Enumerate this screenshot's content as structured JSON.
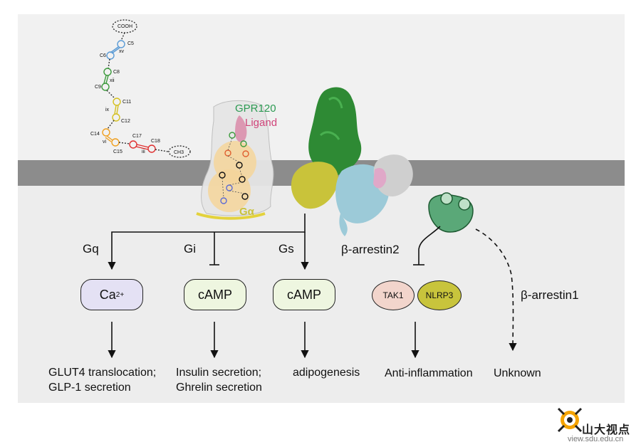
{
  "colors": {
    "background_top": "#f2f2f2",
    "background_bottom": "#eeeeee",
    "membrane": "#8c8c8c",
    "ca_fill": "#e4e1f4",
    "camp_fill": "#eef6e0",
    "tak1_fill": "#f2d5cc",
    "nlrp3_fill": "#c8c43c",
    "arrestin_fill": "#5aa878",
    "gpr120_text": "#2c9a52",
    "ligand_text": "#d0447a",
    "galpha_text": "#c9c23a"
  },
  "structure": {
    "chain_labels": [
      "COOH",
      "C5",
      "xv",
      "C6",
      "C8",
      "xii",
      "C9",
      "C11",
      "ix",
      "C12",
      "C14",
      "vi",
      "C15",
      "C17",
      "iii",
      "C18",
      "CH3"
    ],
    "gpr120_label": "GPR120",
    "ligand_label": "Ligand",
    "galpha_label": "Gα"
  },
  "pathways": {
    "gq": {
      "label": "Gq",
      "messenger_main": "Ca",
      "messenger_sup": "2+",
      "outcome_line1": "GLUT4 translocation;",
      "outcome_line2": "GLP-1 secretion"
    },
    "gi": {
      "label": "Gi",
      "messenger": "cAMP",
      "outcome_line1": "Insulin secretion;",
      "outcome_line2": "Ghrelin secretion"
    },
    "gs": {
      "label": "Gs",
      "messenger": "cAMP",
      "outcome_line1": "adipogenesis"
    },
    "arrestin2": {
      "label": "β-arrestin2",
      "target1": "TAK1",
      "target2": "NLRP3",
      "outcome_line1": "Anti-inflammation"
    },
    "arrestin1": {
      "label": "β-arrestin1",
      "outcome_line1": "Unknown"
    }
  },
  "watermark": {
    "name": "山大视点",
    "url": "view.sdu.edu.cn"
  }
}
